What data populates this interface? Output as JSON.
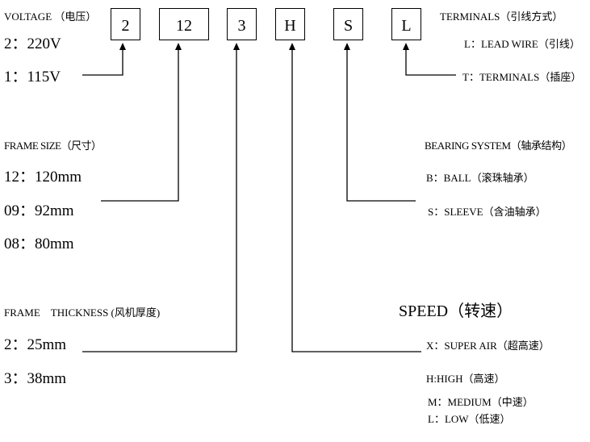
{
  "code_boxes": [
    "2",
    "12",
    "3",
    "H",
    "S",
    "L"
  ],
  "voltage": {
    "title": "VOLTAGE （电压）",
    "options": [
      "2：220V",
      "1：115V"
    ]
  },
  "frame_size": {
    "title": "FRAME SIZE（尺寸）",
    "options": [
      "12：120mm",
      "09：92mm",
      "08：80mm"
    ]
  },
  "thickness": {
    "title": "FRAME　THICKNESS (风机厚度)",
    "options": [
      "2：25mm",
      "3：38mm"
    ]
  },
  "terminals": {
    "title": "TERMINALS（引线方式）",
    "options": [
      "L：LEAD WIRE（引线）",
      "T：TERMINALS（插座）"
    ]
  },
  "bearing": {
    "title": "BEARING SYSTEM（轴承结构）",
    "options": [
      "B：BALL（滚珠轴承）",
      "S：SLEEVE（含油轴承）"
    ]
  },
  "speed": {
    "title": "SPEED（转速）",
    "options": [
      "X：SUPER AIR（超高速）",
      "H:HIGH（高速）",
      "M：MEDIUM（中速）",
      "L：LOW（低速）"
    ]
  }
}
